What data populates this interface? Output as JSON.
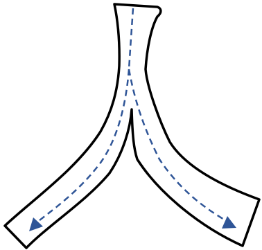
{
  "diagram": {
    "type": "branching-channel-flow",
    "colors": {
      "outline": "#000000",
      "fill": "#ffffff",
      "flow": "#2f5597",
      "background": "#ffffff"
    },
    "inlet": {
      "name": "top-inlet"
    },
    "branches": [
      {
        "name": "left-branch",
        "flow_direction": "down-left"
      },
      {
        "name": "right-branch",
        "flow_direction": "down-right"
      }
    ]
  }
}
